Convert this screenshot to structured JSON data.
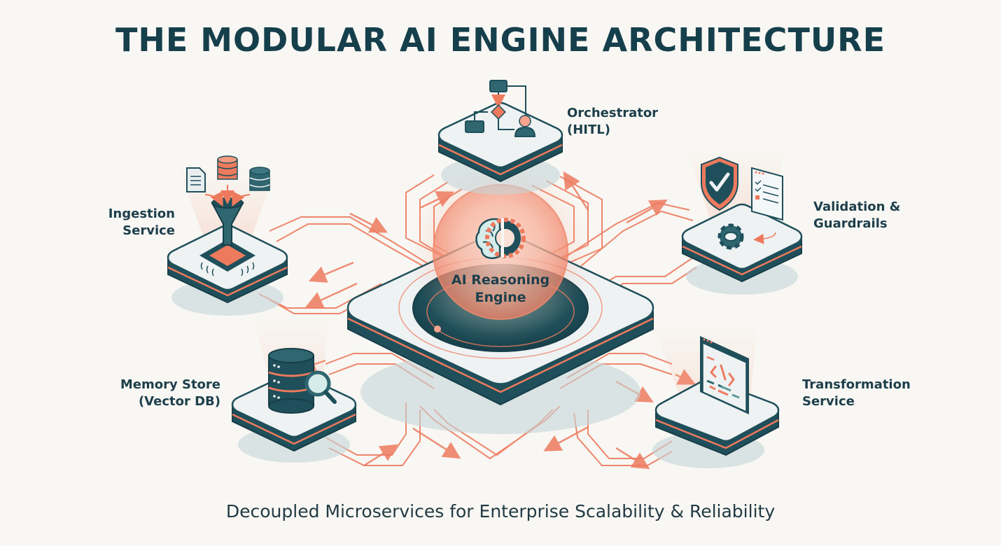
{
  "title": "THE MODULAR AI ENGINE ARCHITECTURE",
  "subtitle": "Decoupled Microservices for Enterprise Scalability & Reliability",
  "colors": {
    "background": "#f8f7f3",
    "primary_dark": "#1f4f5a",
    "accent_coral": "#ee7a5e",
    "platform_top": "#eef2f3",
    "text": "#1d3f4b"
  },
  "center": {
    "name": "AI Reasoning Engine",
    "line1": "AI Reasoning",
    "line2": "Engine",
    "icon": "brain-gear-icon"
  },
  "modules": [
    {
      "id": "orchestrator",
      "line1": "Orchestrator",
      "line2": "(HITL)",
      "icon": "workflow-person-icon",
      "position": "top"
    },
    {
      "id": "ingestion",
      "line1": "Ingestion",
      "line2": "Service",
      "icon": "funnel-chip-icon",
      "position": "upper-left"
    },
    {
      "id": "validation",
      "line1": "Validation &",
      "line2": "Guardrails",
      "icon": "shield-checklist-gear-icon",
      "position": "upper-right"
    },
    {
      "id": "memory",
      "line1": "Memory Store",
      "line2": "(Vector DB)",
      "icon": "database-search-icon",
      "position": "lower-left"
    },
    {
      "id": "transformation",
      "line1": "Transformation",
      "line2": "Service",
      "icon": "code-window-icon",
      "position": "lower-right"
    }
  ]
}
